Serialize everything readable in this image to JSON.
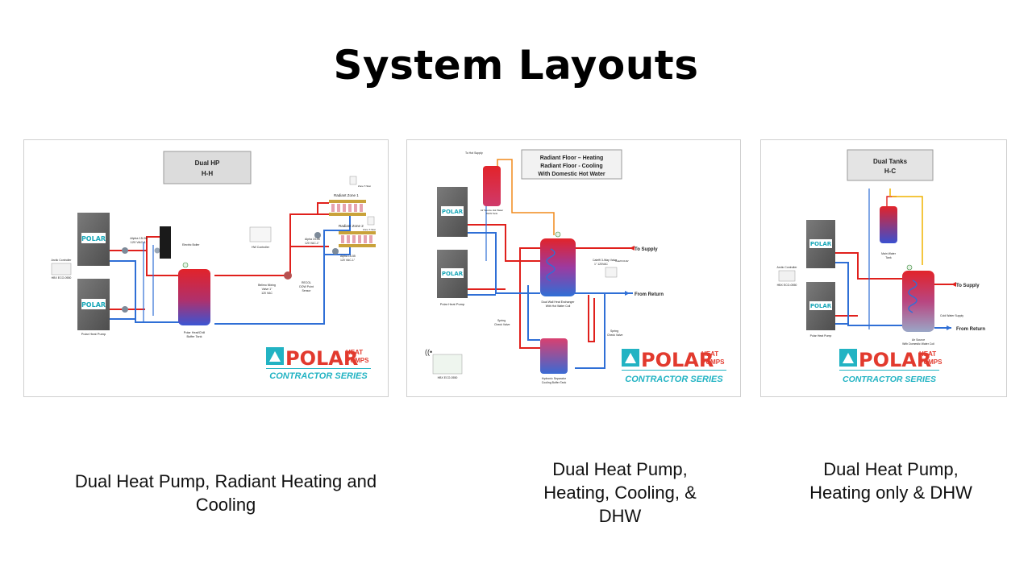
{
  "page_title": "System Layouts",
  "colors": {
    "hot": "#e0201c",
    "cold": "#2f6fd6",
    "return_yellow": "#f0b400",
    "orange": "#f08a1c",
    "logo_teal": "#22b3c3",
    "logo_red": "#e23a2e"
  },
  "logo": {
    "brand": "POLAR",
    "heat": "HEAT",
    "pumps": "PUMPS",
    "series": "CONTRACTOR SERIES"
  },
  "panels": [
    {
      "heading_line1": "Dual HP",
      "heading_line2": "H-H",
      "labels": {
        "arctic_controller": "Arctic Controller",
        "controller_model": "HBX ECO-0550",
        "polar_heat_pump": "Polar Heat Pump",
        "alpha_top": "Alpha 15-55",
        "alpha_top_power": "120 VAC-1\"",
        "electric_boiler": "Electric Boiler",
        "tank": "Polar Heat/Chill",
        "tank_sub": "Buffer Tank",
        "controller_box": "HW Controller",
        "mixing_valve": "Belimo Mixing",
        "mixing_valve_sub": "Valve 1\"",
        "mixing_valve_power": "120 VAC",
        "sensor": "RECOL",
        "sensor_sub": "DOW Point",
        "sensor_sub2": "Sensor",
        "zone1": "Radiant Zone 1",
        "zone2": "Radiant Zone 2",
        "alpha_r1": "Alpha 15-55",
        "alpha_r1_power": "120 VAC-1\"",
        "alpha_r2": "Alpha 15-55",
        "alpha_r2_power": "120 VAC-1\"",
        "stat1": "Zone T-Stat",
        "stat2": "Zone T-Stat",
        "hp_label": "POLAR"
      }
    },
    {
      "heading_line1": "Radiant Floor – Heating",
      "heading_line2": "Radiant Floor - Cooling",
      "heading_line3": "With Domestic Hot Water",
      "labels": {
        "to_supply_top": "To Hot Supply",
        "dhw_tank": "Air Source Hot Water",
        "dhw_tank_sub": "DHW Tank",
        "to_supply": "To Supply",
        "from_return": "From Return",
        "polar_heat_pump": "Polar Heat Pump",
        "main_tank": "Dual Wall Heat Exchanger",
        "main_tank_sub": "With Hot Water Coil",
        "valve": "Caleffi 3-Way Valve",
        "valve_sub": "1\" 120VAC",
        "zone_relay": "Caleffi DHW",
        "zone_relay_sub": "Zone Relay",
        "spring_check_left": "Spring",
        "spring_check_left_sub": "Check Valve",
        "spring_check_right": "Spring",
        "spring_check_right_sub": "Check Valve",
        "buffer_tank": "Hydronic Separator",
        "buffer_tank_sub": "Cooling Buffer Tank",
        "controller": "HBX ECO-0550",
        "hp_label": "POLAR"
      }
    },
    {
      "heading_line1": "Dual Tanks",
      "heading_line2": "H-C",
      "labels": {
        "arctic_controller": "Arctic Controller",
        "controller_model": "HBX ECO-0550",
        "polar_heat_pump": "Polar Heat Pump",
        "main_water": "Main Water",
        "main_water_sub": "Tank",
        "to_supply": "To Supply",
        "cold_water": "Cold Water Supply",
        "from_return": "From Return",
        "tank": "Air Source",
        "tank_sub": "With Domestic Water Coil",
        "hp_label": "POLAR"
      }
    }
  ],
  "captions": [
    {
      "line1": "Dual Heat Pump, Radiant Heating and",
      "line2": "Cooling",
      "line3": ""
    },
    {
      "line1": "Dual Heat Pump,",
      "line2": "Heating, Cooling, &",
      "line3": "DHW"
    },
    {
      "line1": "Dual Heat Pump,",
      "line2": "Heating only & DHW",
      "line3": ""
    }
  ]
}
